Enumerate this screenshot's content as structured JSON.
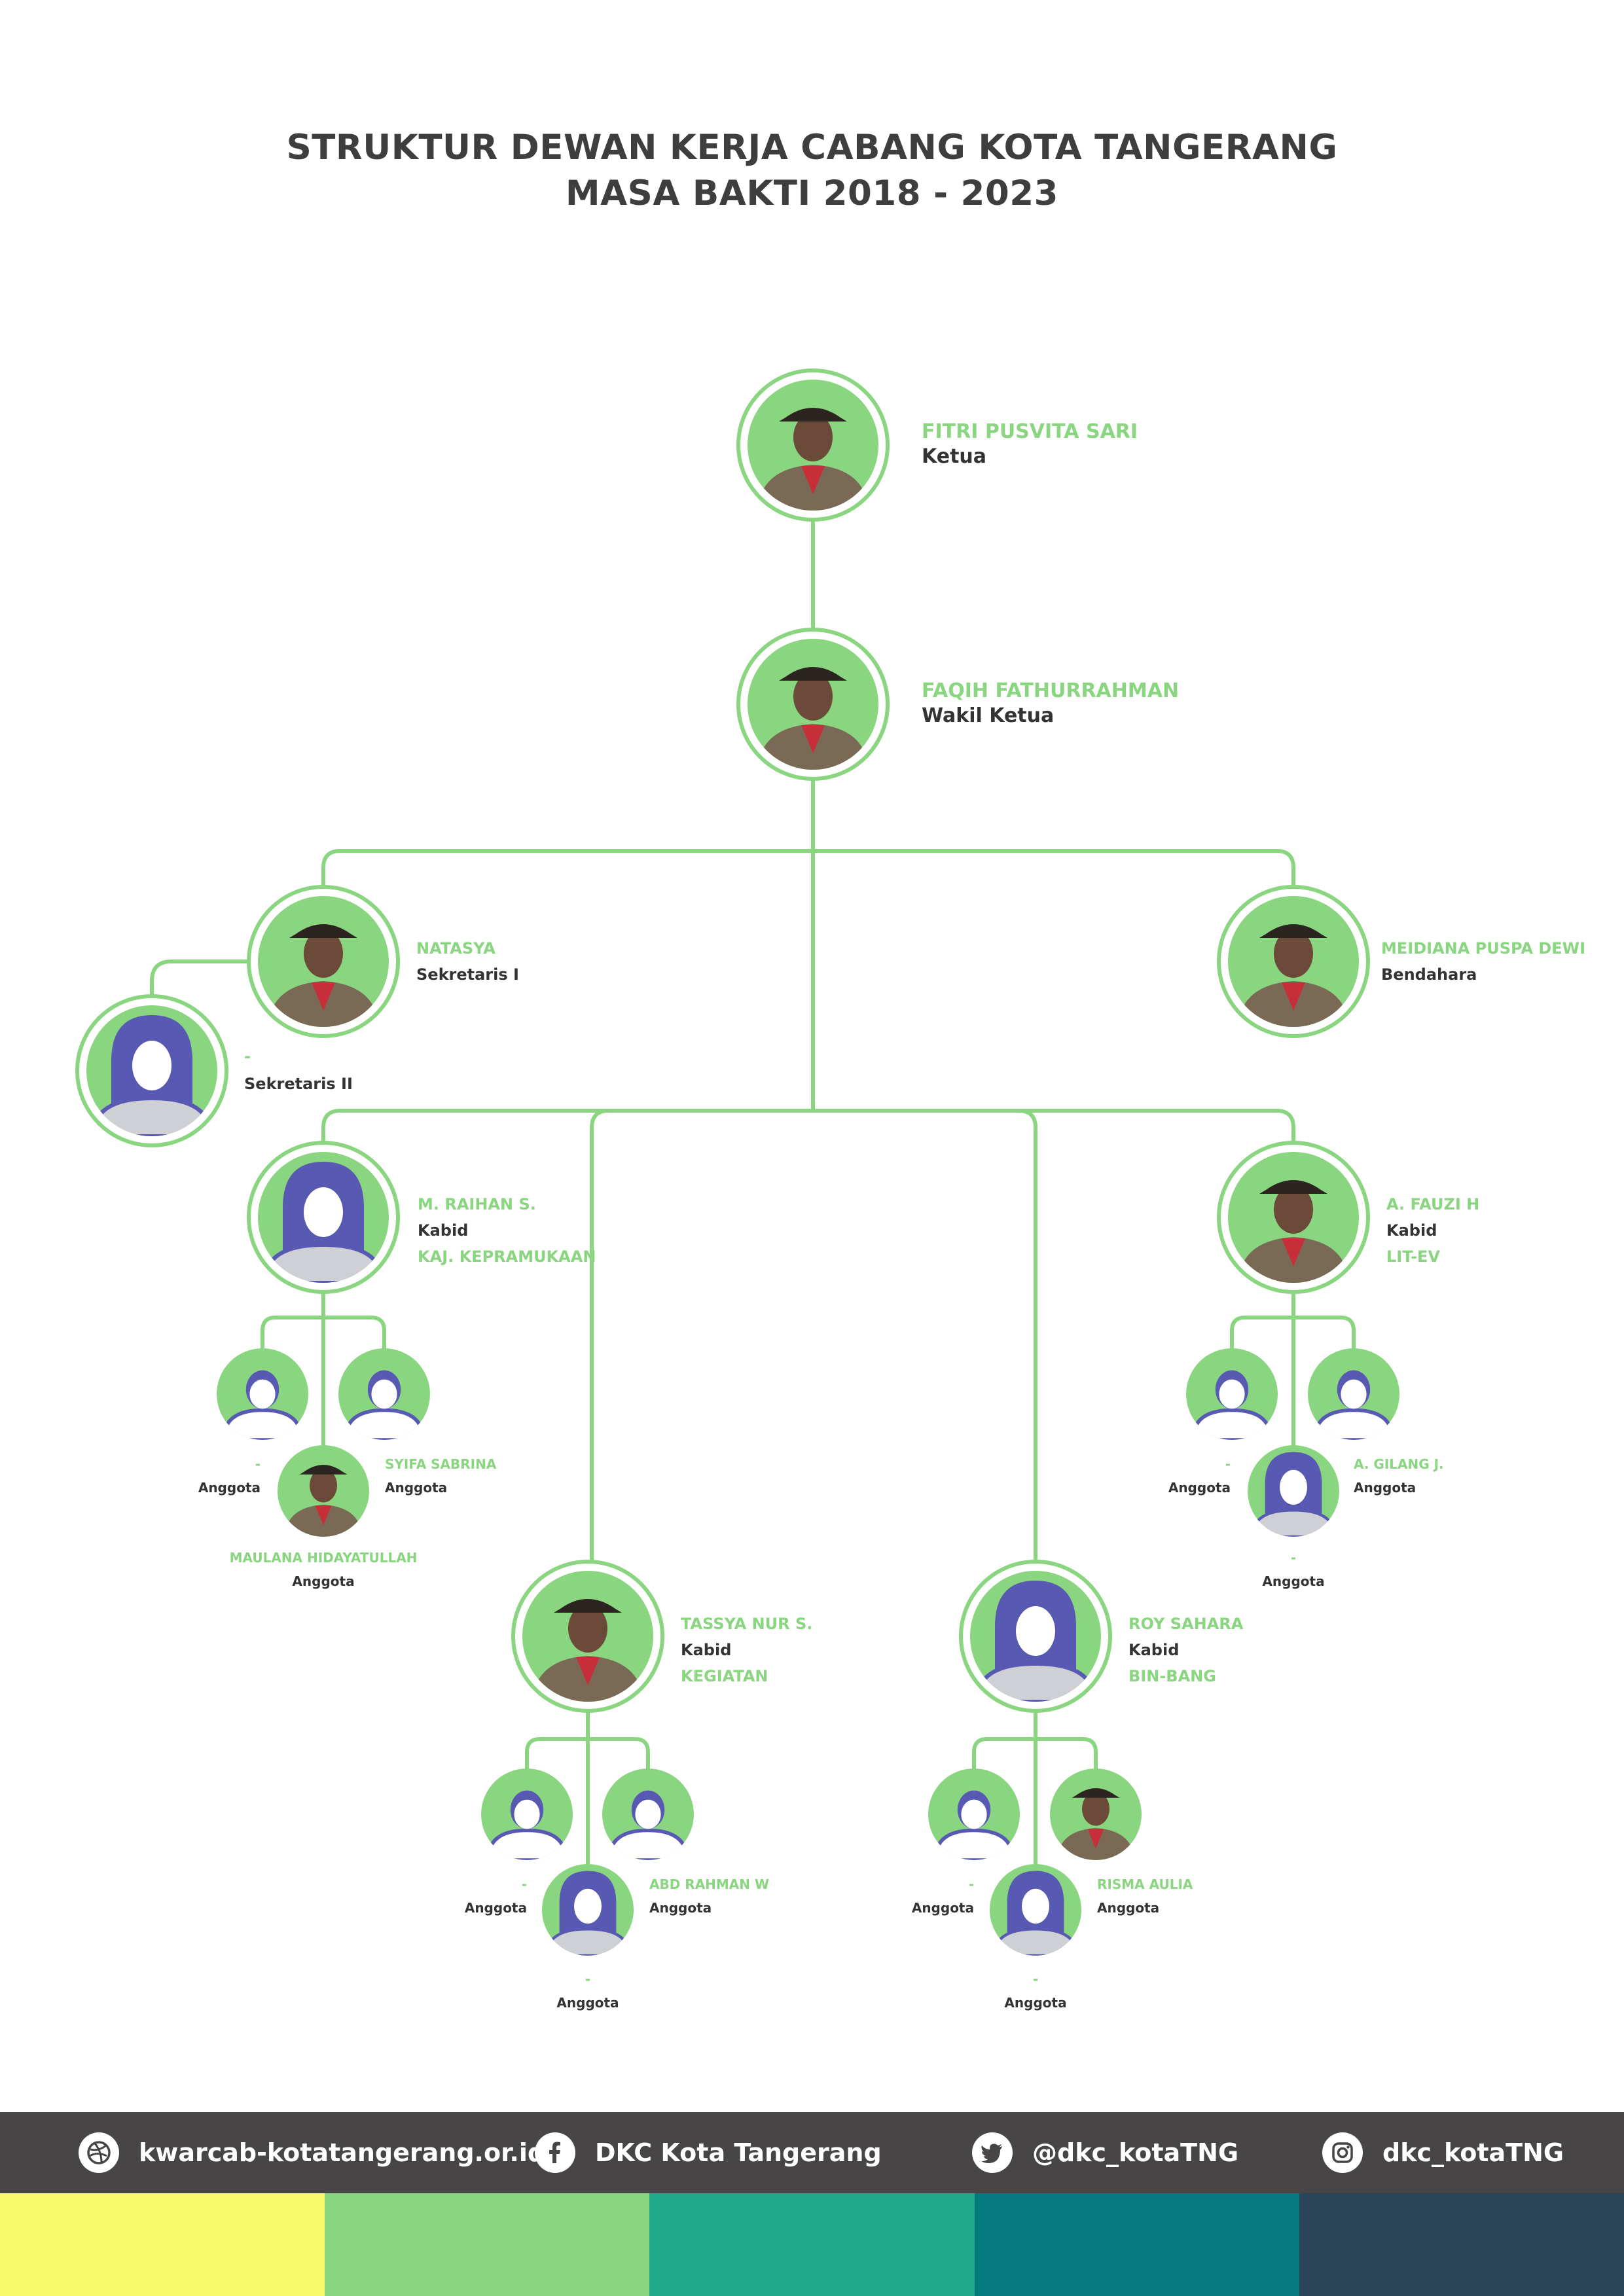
{
  "header": {
    "title_line1": "STRUKTUR DEWAN KERJA CABANG KOTA TANGERANG",
    "title_line2": "MASA BAKTI 2018 - 2023"
  },
  "members": {
    "ketua": {
      "name": "FITRI PUSVITA SARI",
      "role": "Ketua",
      "avatar": "photo"
    },
    "wakil": {
      "name": "FAQIH FATHURRAHMAN",
      "role": "Wakil Ketua",
      "avatar": "photo"
    },
    "sekretaris1": {
      "name": "NATASYA",
      "role": "Sekretaris I",
      "avatar": "photo"
    },
    "sekretaris2": {
      "name": "-",
      "role": "Sekretaris II",
      "avatar": "placeholder-female"
    },
    "bendahara": {
      "name": "MEIDIANA PUSPA DEWI",
      "role": "Bendahara",
      "avatar": "photo"
    },
    "kabid_kaj": {
      "name": "M. RAIHAN S.",
      "role": "Kabid",
      "division": "KAJ. KEPRAMUKAAN",
      "avatar": "placeholder-female"
    },
    "kaj_a1": {
      "name": "-",
      "role": "Anggota",
      "avatar": "placeholder-male"
    },
    "kaj_a2": {
      "name": "SYIFA SABRINA",
      "role": "Anggota",
      "avatar": "placeholder-male"
    },
    "kaj_a3": {
      "name": "MAULANA HIDAYATULLAH",
      "role": "Anggota",
      "avatar": "photo"
    },
    "kabid_litev": {
      "name": "A. FAUZI H",
      "role": "Kabid",
      "division": "LIT-EV",
      "avatar": "photo"
    },
    "lit_a1": {
      "name": "-",
      "role": "Anggota",
      "avatar": "placeholder-male"
    },
    "lit_a2": {
      "name": "A. GILANG J.",
      "role": "Anggota",
      "avatar": "placeholder-male"
    },
    "lit_a3": {
      "name": "-",
      "role": "Anggota",
      "avatar": "placeholder-female"
    },
    "kabid_keg": {
      "name": "TASSYA NUR S.",
      "role": "Kabid",
      "division": "KEGIATAN",
      "avatar": "photo"
    },
    "keg_a1": {
      "name": "-",
      "role": "Anggota",
      "avatar": "placeholder-male"
    },
    "keg_a2": {
      "name": "ABD RAHMAN W",
      "role": "Anggota",
      "avatar": "placeholder-male"
    },
    "keg_a3": {
      "name": "-",
      "role": "Anggota",
      "avatar": "placeholder-female"
    },
    "kabid_bin": {
      "name": "ROY SAHARA",
      "role": "Kabid",
      "division": "BIN-BANG",
      "avatar": "placeholder-female"
    },
    "bin_a1": {
      "name": "-",
      "role": "Anggota",
      "avatar": "placeholder-male"
    },
    "bin_a2": {
      "name": "RISMA AULIA",
      "role": "Anggota",
      "avatar": "photo"
    },
    "bin_a3": {
      "name": "-",
      "role": "Anggota",
      "avatar": "placeholder-female"
    }
  },
  "footer": {
    "website": {
      "text": "kwarcab-kotatangerang.or.id",
      "icon": "dribbble-icon"
    },
    "facebook": {
      "text": "DKC Kota Tangerang",
      "icon": "facebook-icon"
    },
    "twitter": {
      "text": "@dkc_kotaTNG",
      "icon": "twitter-icon"
    },
    "instagram": {
      "text": "dkc_kotaTNG",
      "icon": "instagram-icon"
    }
  },
  "colors": {
    "accent_green": "#8ad57f",
    "placeholder_blue": "#5759b2",
    "text_dark": "#333333",
    "footer_bg": "#484546",
    "strip": [
      "#f8f868",
      "#8ad57f",
      "#22a98b",
      "#047a7f",
      "#2a4558"
    ]
  }
}
